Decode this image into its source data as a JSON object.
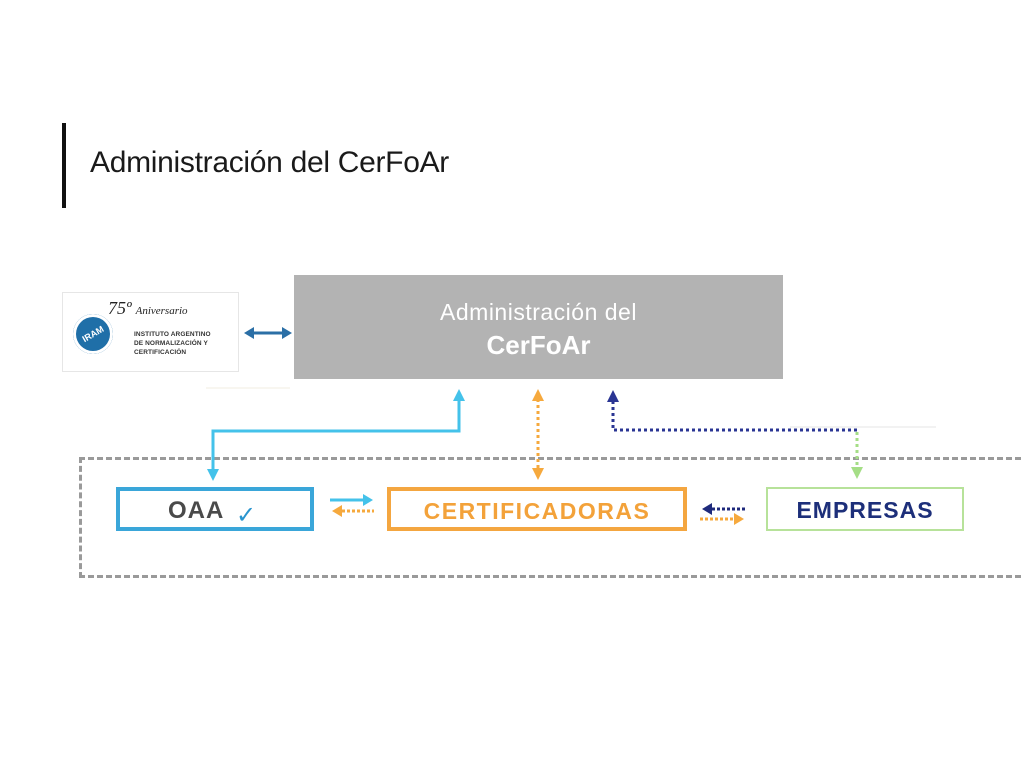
{
  "slide": {
    "title": "Administración del CerFoAr"
  },
  "logo": {
    "anniversary_number": "75º",
    "anniversary_label": "Aniversario",
    "seal_text": "IRAM",
    "lines": [
      "INSTITUTO ARGENTINO",
      "DE NORMALIZACIÓN Y",
      "CERTIFICACIÓN"
    ]
  },
  "diagram": {
    "admin_box": {
      "line1": "Administración del",
      "line2": "CerFoAr"
    },
    "nodes": {
      "oaa": {
        "label": "OAA",
        "check": "✓"
      },
      "certificadoras": {
        "label": "CERTIFICADORAS"
      },
      "empresas": {
        "label": "EMPRESAS"
      }
    }
  },
  "colors": {
    "admin_box": "#b3b3b3",
    "oaa": "#3aa6d9",
    "certificadoras": "#f4a640",
    "empresas_text": "#1d2f7a",
    "empresas_border": "#b7e29a",
    "empresas_link": "#1f2a7c",
    "empresas_to_admin_link": "#2a3593",
    "admin_to_empresas_link": "#a5de86",
    "logo_link": "#2b6fa6",
    "dashed_frame": "#9a9a9a"
  }
}
